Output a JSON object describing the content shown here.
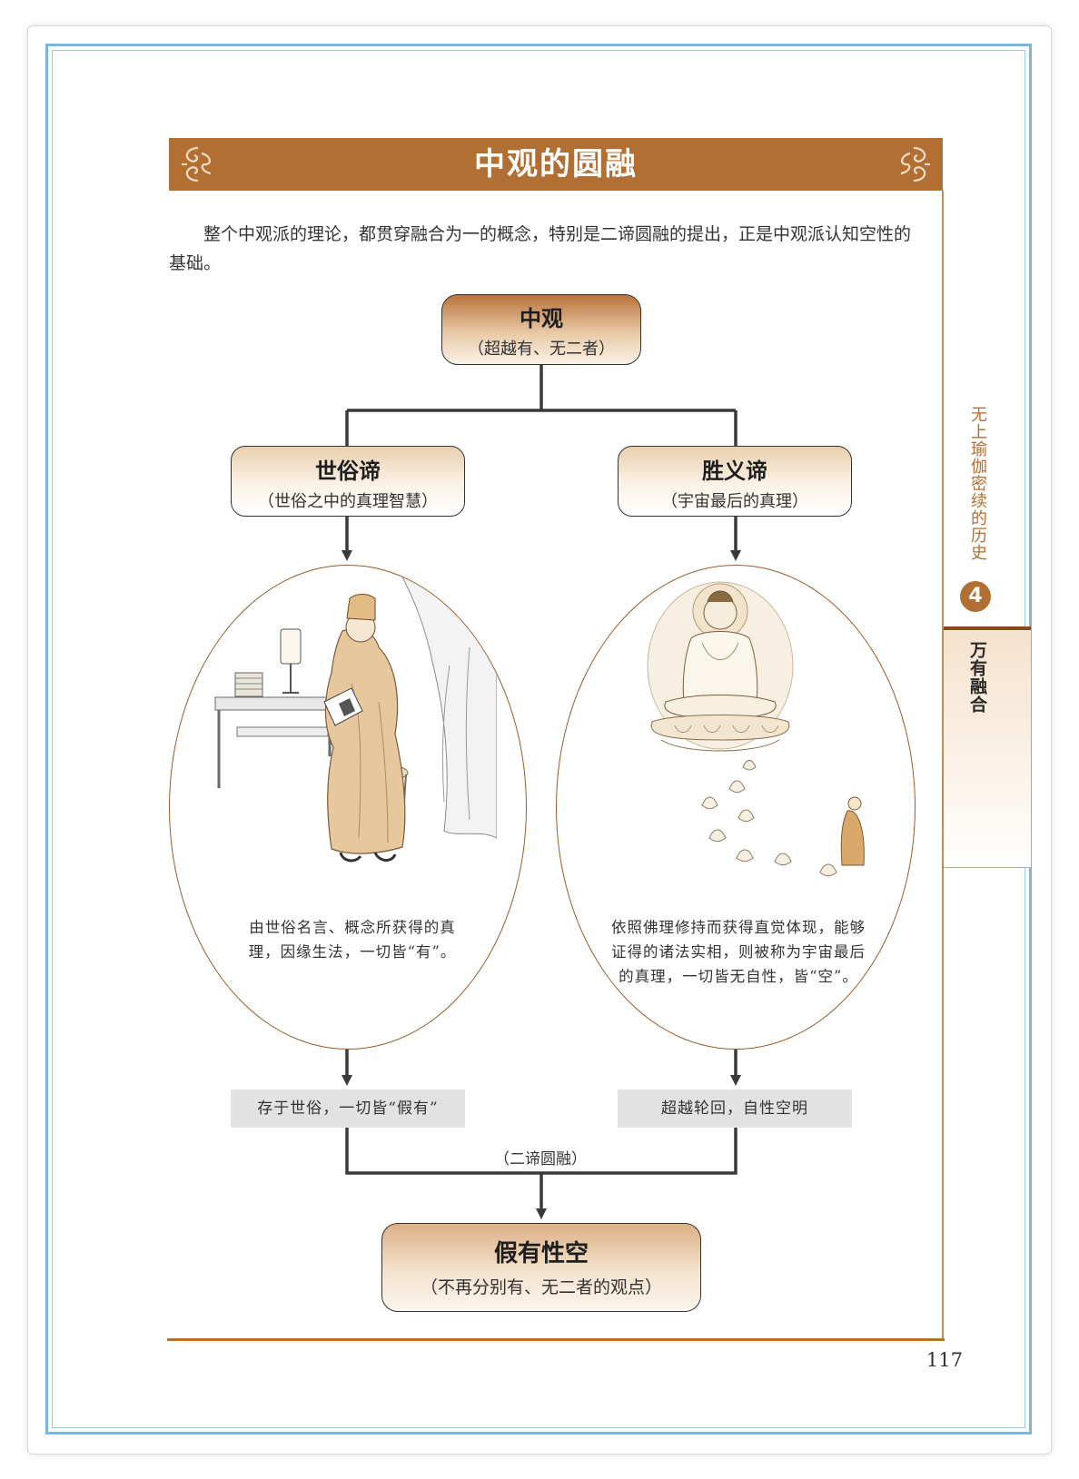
{
  "page": {
    "title": "中观的圆融",
    "intro": "整个中观派的理论，都贯穿融合为一的概念，特别是二谛圆融的提出，正是中观派认知空性的基础。",
    "page_number": "117",
    "side_tab": {
      "chapter_title": "无上瑜伽密续的历史",
      "chapter_number": "4",
      "section": "万有融合"
    }
  },
  "diagram": {
    "top": {
      "title": "中观",
      "subtitle": "（超越有、无二者）"
    },
    "left": {
      "title": "世俗谛",
      "subtitle": "（世俗之中的真理智慧）",
      "description": "由世俗名言、概念所获得的真理，因缘生法，一切皆“有”。",
      "result": "存于世俗，一切皆“假有”"
    },
    "right": {
      "title": "胜义谛",
      "subtitle": "（宇宙最后的真理）",
      "description": "依照佛理修持而获得直觉体现，能够证得的诸法实相，则被称为宇宙最后的真理，一切皆无自性，皆“空”。",
      "result": "超越轮回，自性空明"
    },
    "merge_label": "（二谛圆融）",
    "bottom": {
      "title": "假有性空",
      "subtitle": "（不再分别有、无二者的观点）"
    }
  },
  "colors": {
    "accent": "#b26f33",
    "frame": "#79b7dc",
    "grey_box": "#e2e2e2"
  }
}
